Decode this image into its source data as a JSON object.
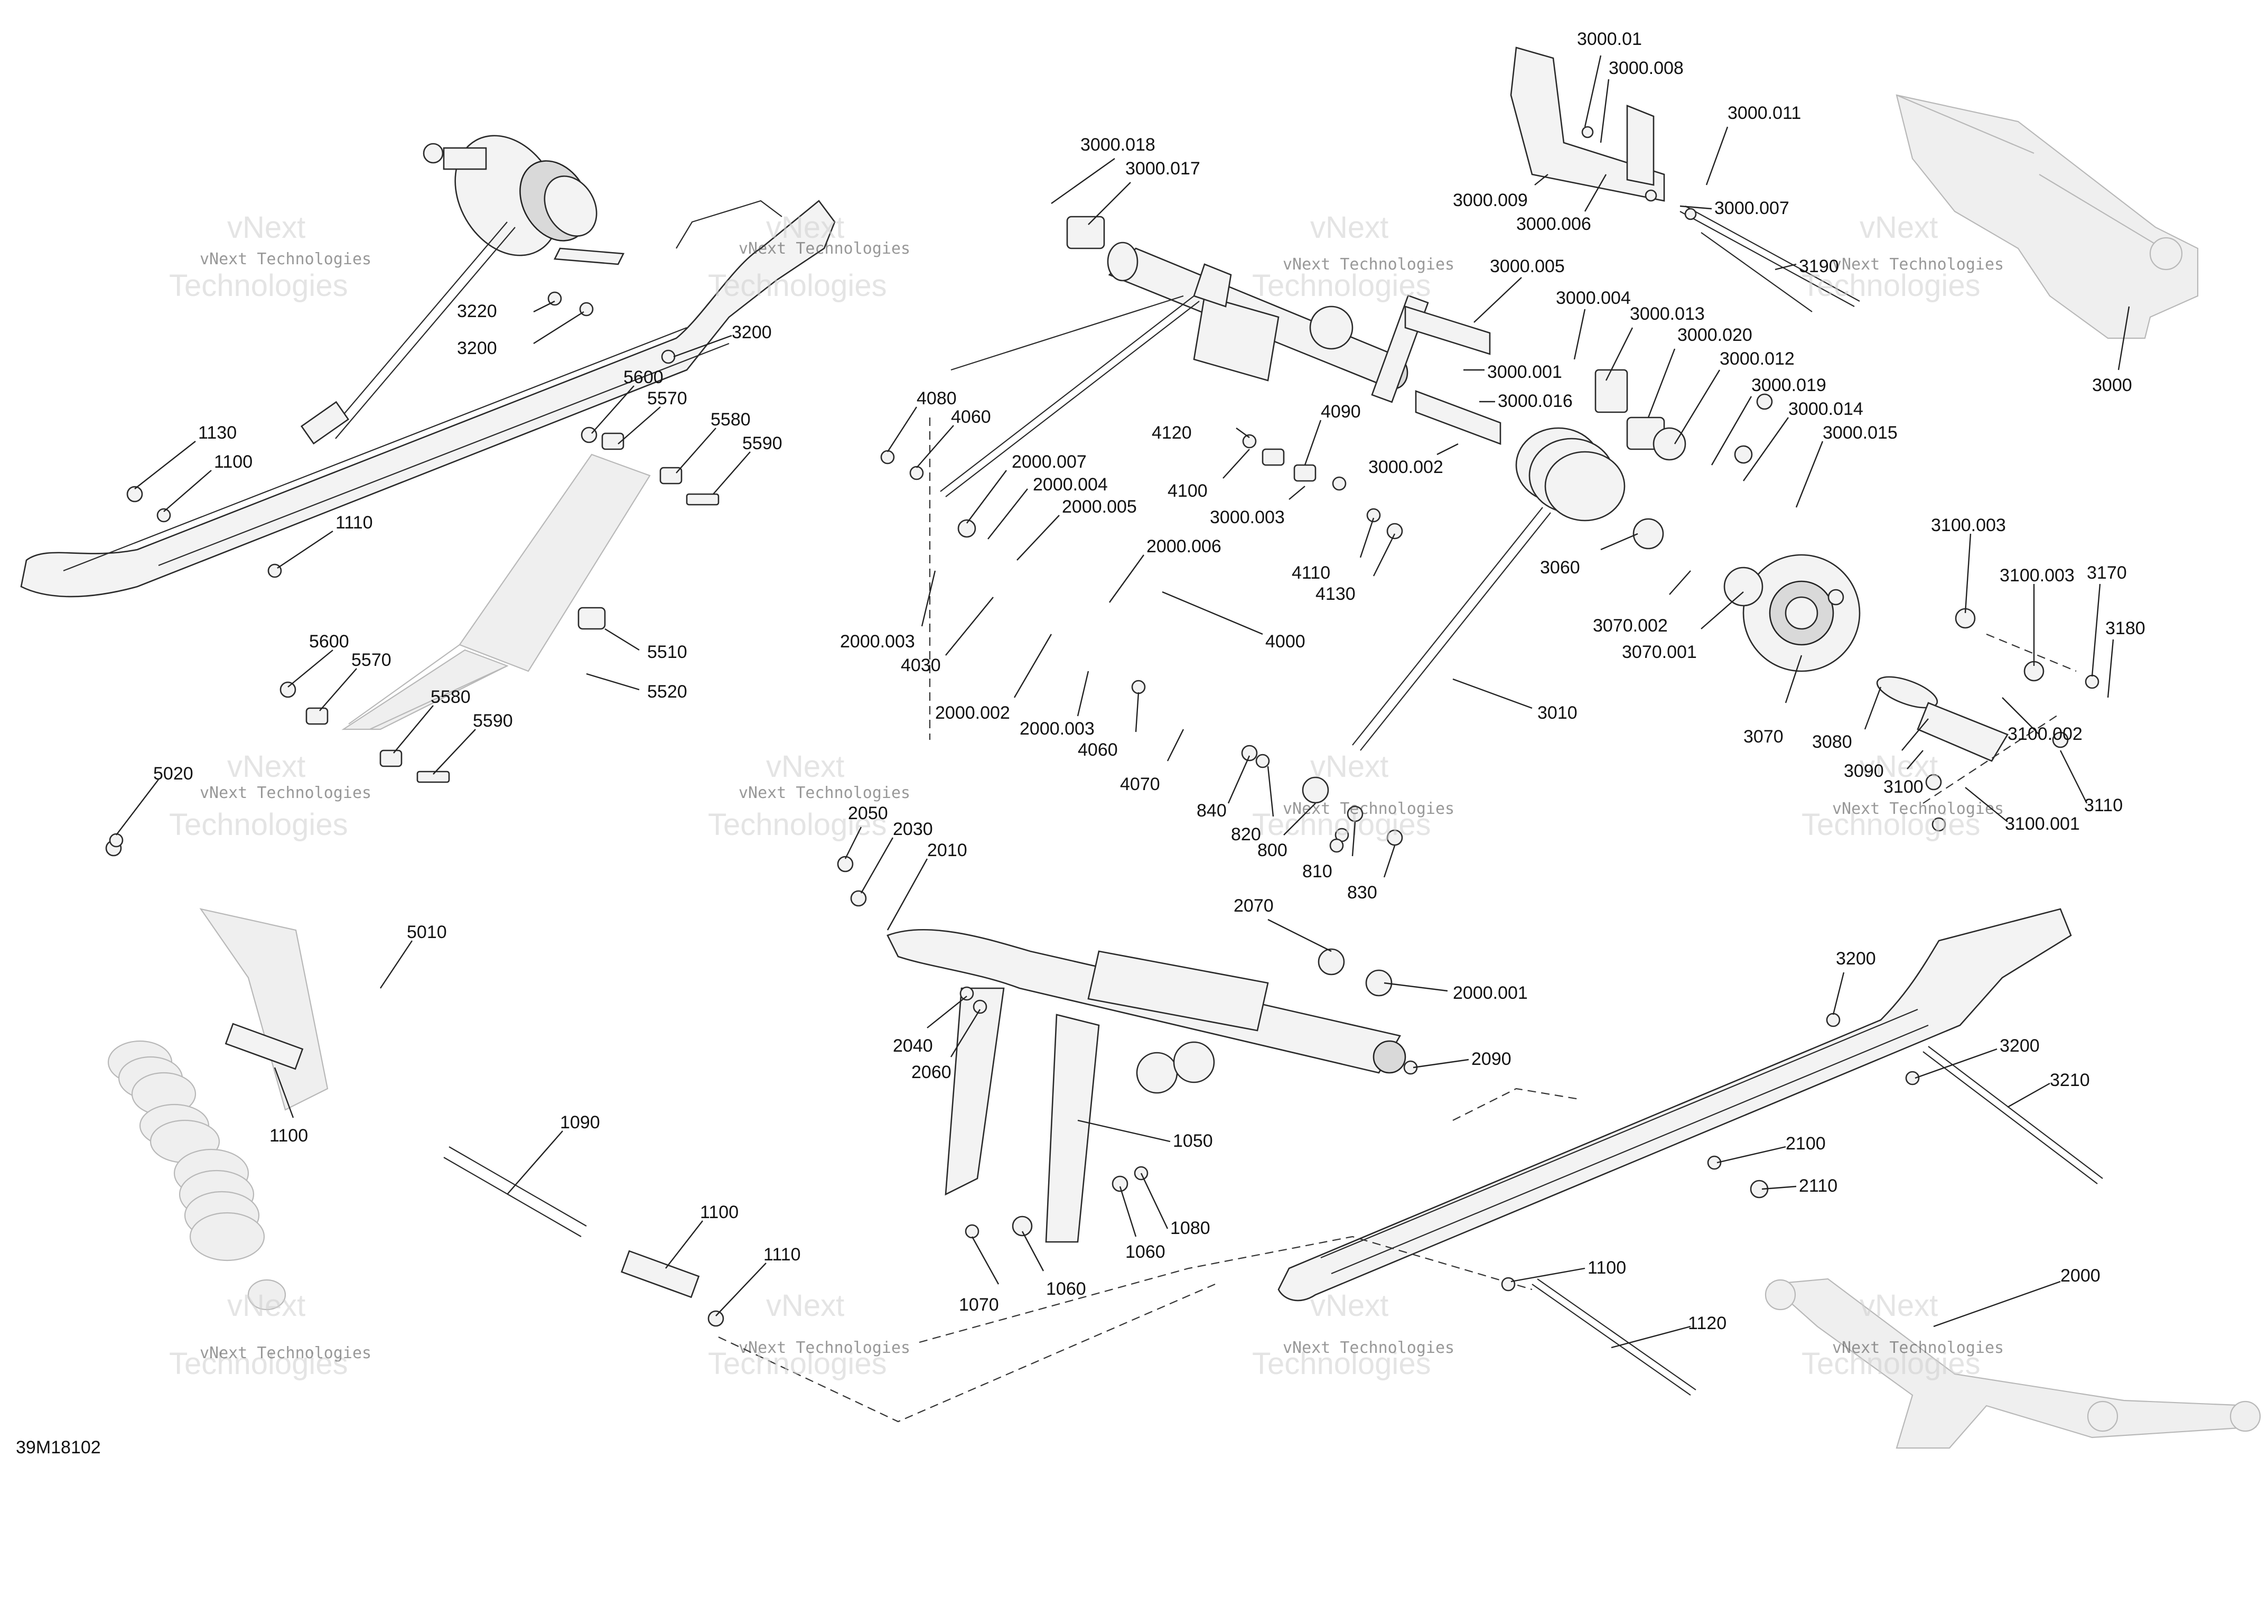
{
  "diagram": {
    "id_label": "39M18102",
    "watermark_small": "vNext Technologies",
    "watermark_large_top": "vNext",
    "watermark_large_bottom": "Technologies"
  },
  "callouts": [
    {
      "text": "3000.01"
    },
    {
      "text": "3000.008"
    },
    {
      "text": "3000.011"
    },
    {
      "text": "3000.009"
    },
    {
      "text": "3000.006"
    },
    {
      "text": "3000.007"
    },
    {
      "text": "3000.018"
    },
    {
      "text": "3000.017"
    },
    {
      "text": "3190"
    },
    {
      "text": "3000"
    },
    {
      "text": "3000.005"
    },
    {
      "text": "3000.004"
    },
    {
      "text": "3000.013"
    },
    {
      "text": "3000.020"
    },
    {
      "text": "3000.012"
    },
    {
      "text": "3000.019"
    },
    {
      "text": "3000.014"
    },
    {
      "text": "3000.015"
    },
    {
      "text": "3000.001"
    },
    {
      "text": "3000.016"
    },
    {
      "text": "3000.002"
    },
    {
      "text": "3000.003"
    },
    {
      "text": "3220"
    },
    {
      "text": "3200"
    },
    {
      "text": "3200"
    },
    {
      "text": "5600"
    },
    {
      "text": "5570"
    },
    {
      "text": "5580"
    },
    {
      "text": "5590"
    },
    {
      "text": "1130"
    },
    {
      "text": "1100"
    },
    {
      "text": "1110"
    },
    {
      "text": "4080"
    },
    {
      "text": "4060"
    },
    {
      "text": "4120"
    },
    {
      "text": "4090"
    },
    {
      "text": "4100"
    },
    {
      "text": "2000.007"
    },
    {
      "text": "2000.004"
    },
    {
      "text": "2000.005"
    },
    {
      "text": "2000.006"
    },
    {
      "text": "4110"
    },
    {
      "text": "4130"
    },
    {
      "text": "2000.003"
    },
    {
      "text": "4030"
    },
    {
      "text": "4000"
    },
    {
      "text": "2000.002"
    },
    {
      "text": "2000.003"
    },
    {
      "text": "4060"
    },
    {
      "text": "4070"
    },
    {
      "text": "3060"
    },
    {
      "text": "3070.002"
    },
    {
      "text": "3070.001"
    },
    {
      "text": "3010"
    },
    {
      "text": "3100.003"
    },
    {
      "text": "3100.003"
    },
    {
      "text": "3170"
    },
    {
      "text": "3180"
    },
    {
      "text": "3070"
    },
    {
      "text": "3080"
    },
    {
      "text": "3090"
    },
    {
      "text": "3100"
    },
    {
      "text": "3100.002"
    },
    {
      "text": "3110"
    },
    {
      "text": "3100.001"
    },
    {
      "text": "5600"
    },
    {
      "text": "5570"
    },
    {
      "text": "5510"
    },
    {
      "text": "5520"
    },
    {
      "text": "5580"
    },
    {
      "text": "5590"
    },
    {
      "text": "840"
    },
    {
      "text": "820"
    },
    {
      "text": "800"
    },
    {
      "text": "810"
    },
    {
      "text": "830"
    },
    {
      "text": "5020"
    },
    {
      "text": "5010"
    },
    {
      "text": "2050"
    },
    {
      "text": "2030"
    },
    {
      "text": "2010"
    },
    {
      "text": "2070"
    },
    {
      "text": "2000.001"
    },
    {
      "text": "2040"
    },
    {
      "text": "2060"
    },
    {
      "text": "2090"
    },
    {
      "text": "3200"
    },
    {
      "text": "3200"
    },
    {
      "text": "3210"
    },
    {
      "text": "1100"
    },
    {
      "text": "1090"
    },
    {
      "text": "1050"
    },
    {
      "text": "1080"
    },
    {
      "text": "1060"
    },
    {
      "text": "1060"
    },
    {
      "text": "1070"
    },
    {
      "text": "1100"
    },
    {
      "text": "1110"
    },
    {
      "text": "2100"
    },
    {
      "text": "2110"
    },
    {
      "text": "1100"
    },
    {
      "text": "1120"
    },
    {
      "text": "2000"
    }
  ]
}
